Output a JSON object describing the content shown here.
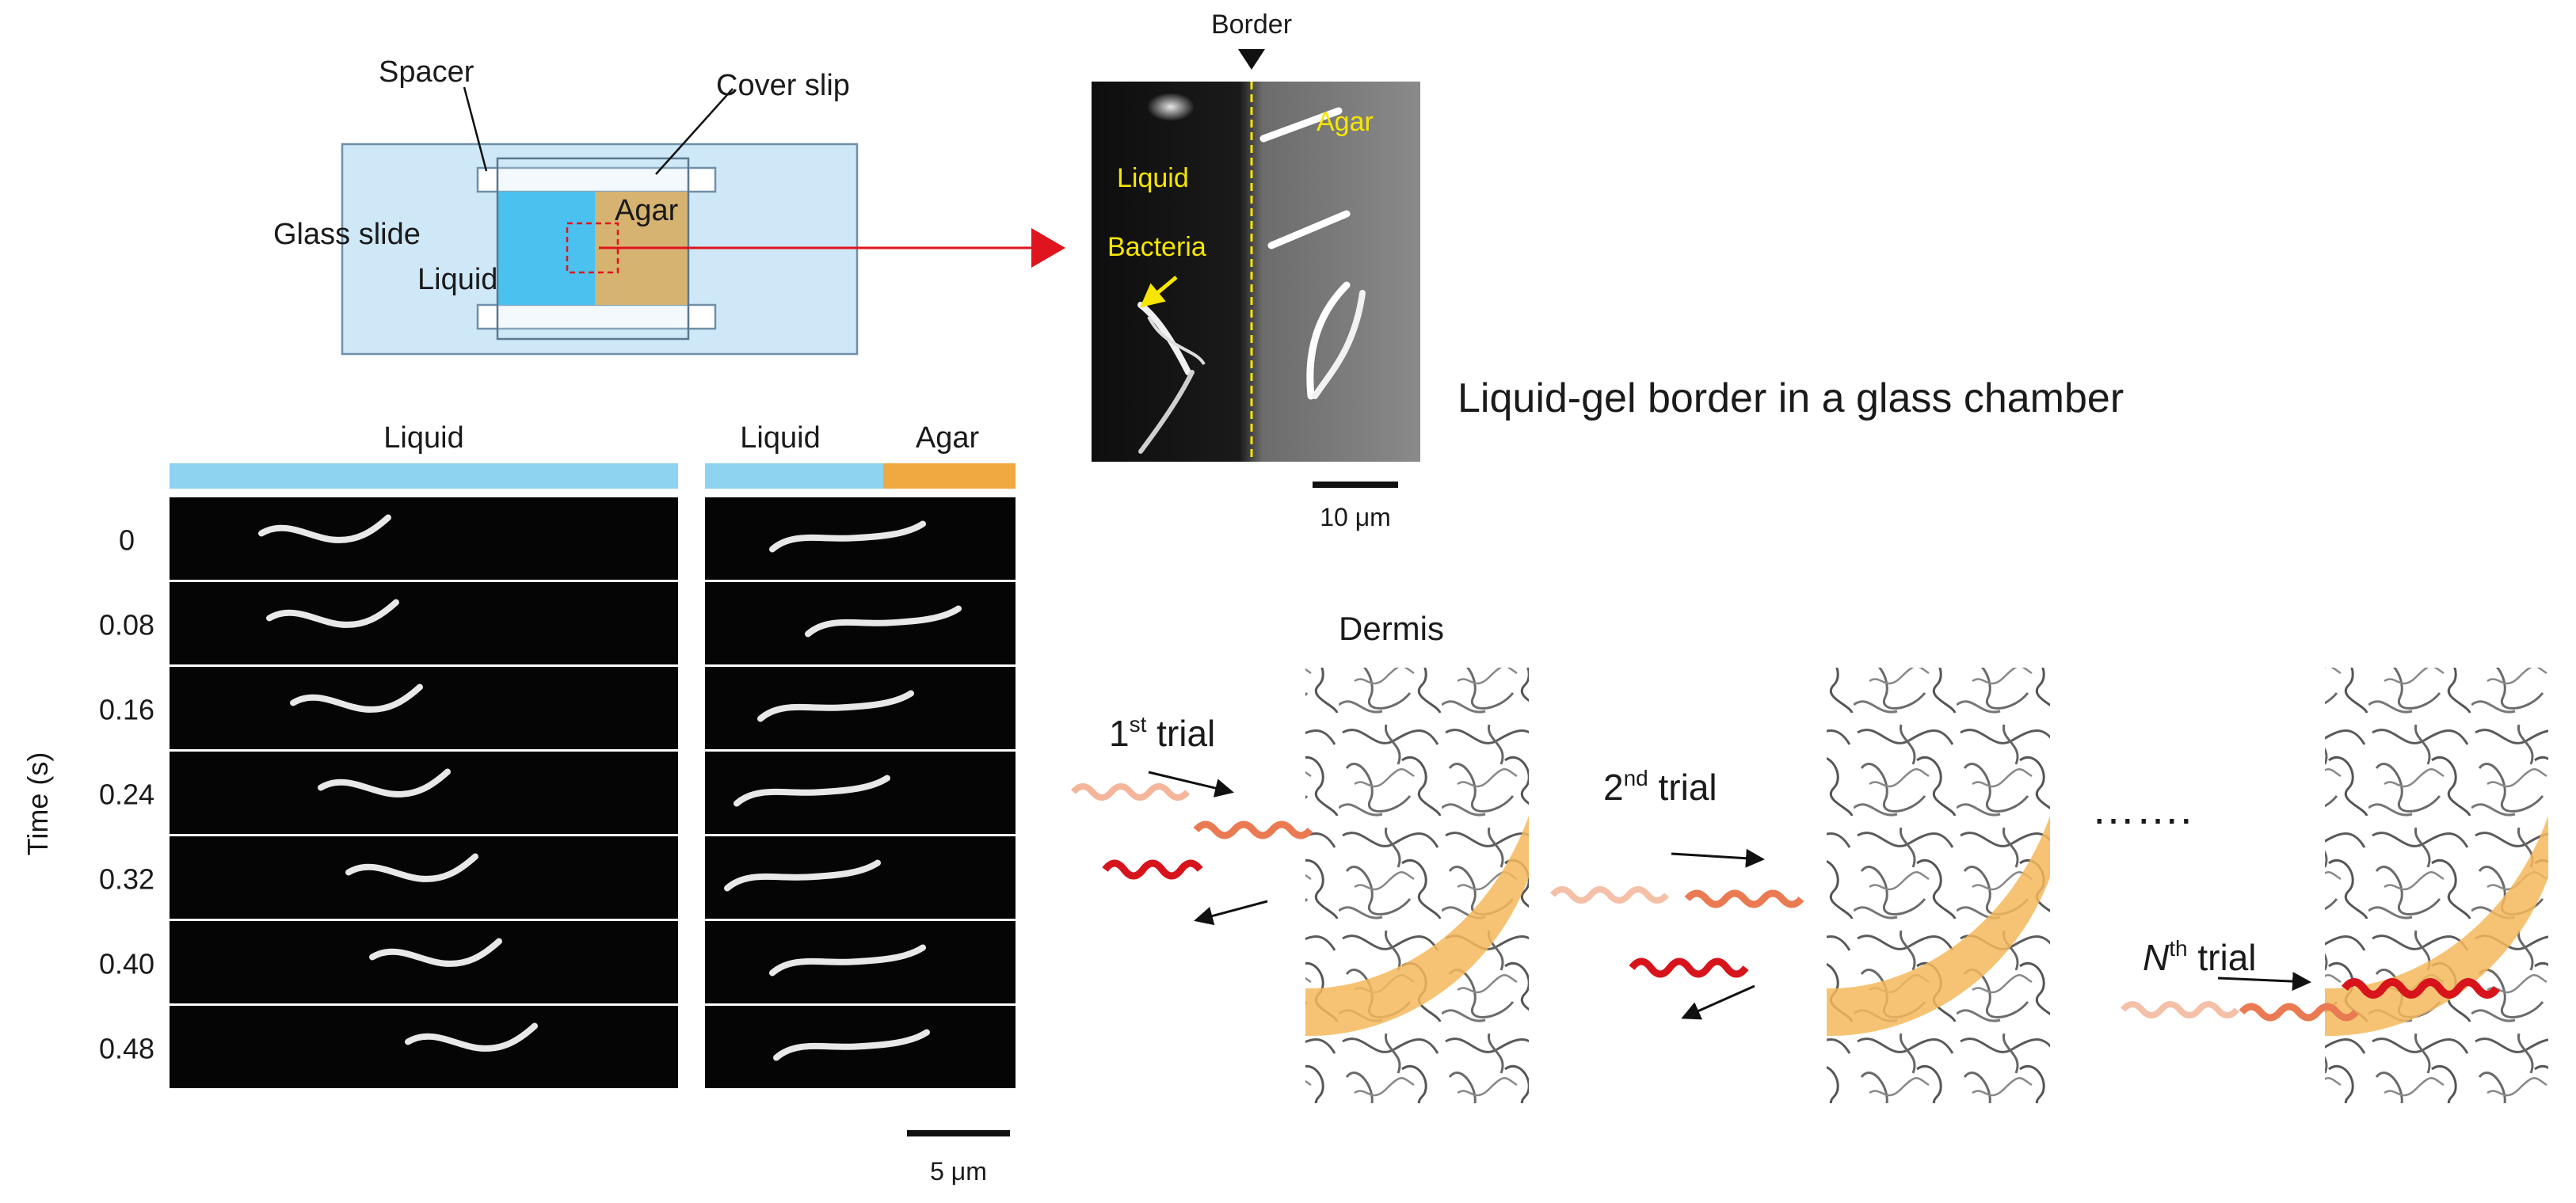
{
  "chamber": {
    "spacer_label": "Spacer",
    "cover_slip_label": "Cover slip",
    "glass_slide_label": "Glass slide",
    "liquid_label": "Liquid",
    "agar_label": "Agar"
  },
  "micrograph": {
    "border_label": "Border",
    "liquid_label": "Liquid",
    "agar_label": "Agar",
    "bacteria_label": "Bacteria",
    "scale_label": "10 μm"
  },
  "caption": "Liquid-gel border in a glass chamber",
  "timelapse": {
    "left_header": "Liquid",
    "right_header_liquid": "Liquid",
    "right_header_agar": "Agar",
    "axis_label": "Time (s)",
    "times": [
      "0",
      "0.08",
      "0.16",
      "0.24",
      "0.32",
      "0.40",
      "0.48"
    ],
    "scale_label": "5 μm"
  },
  "trials": {
    "dermis_label": "Dermis",
    "t1_num": "1",
    "t1_sup": "st",
    "t1_word": " trial",
    "t2_num": "2",
    "t2_sup": "nd",
    "t2_word": " trial",
    "tn_num": "N",
    "tn_sup": "th",
    "tn_word": " trial",
    "ellipsis": "……."
  },
  "colors": {
    "liquid_blue": "#1eb4ec",
    "agar_tan": "#d8a244",
    "liquid_bar": "#8ed3f0",
    "agar_bar": "#f0a841",
    "glass": "#cfe8f8",
    "arrow_red": "#e0141e",
    "scaffold_band": "#f5b95c",
    "bacteria_red": "#d7141c",
    "border_yellow": "#f7e600"
  }
}
